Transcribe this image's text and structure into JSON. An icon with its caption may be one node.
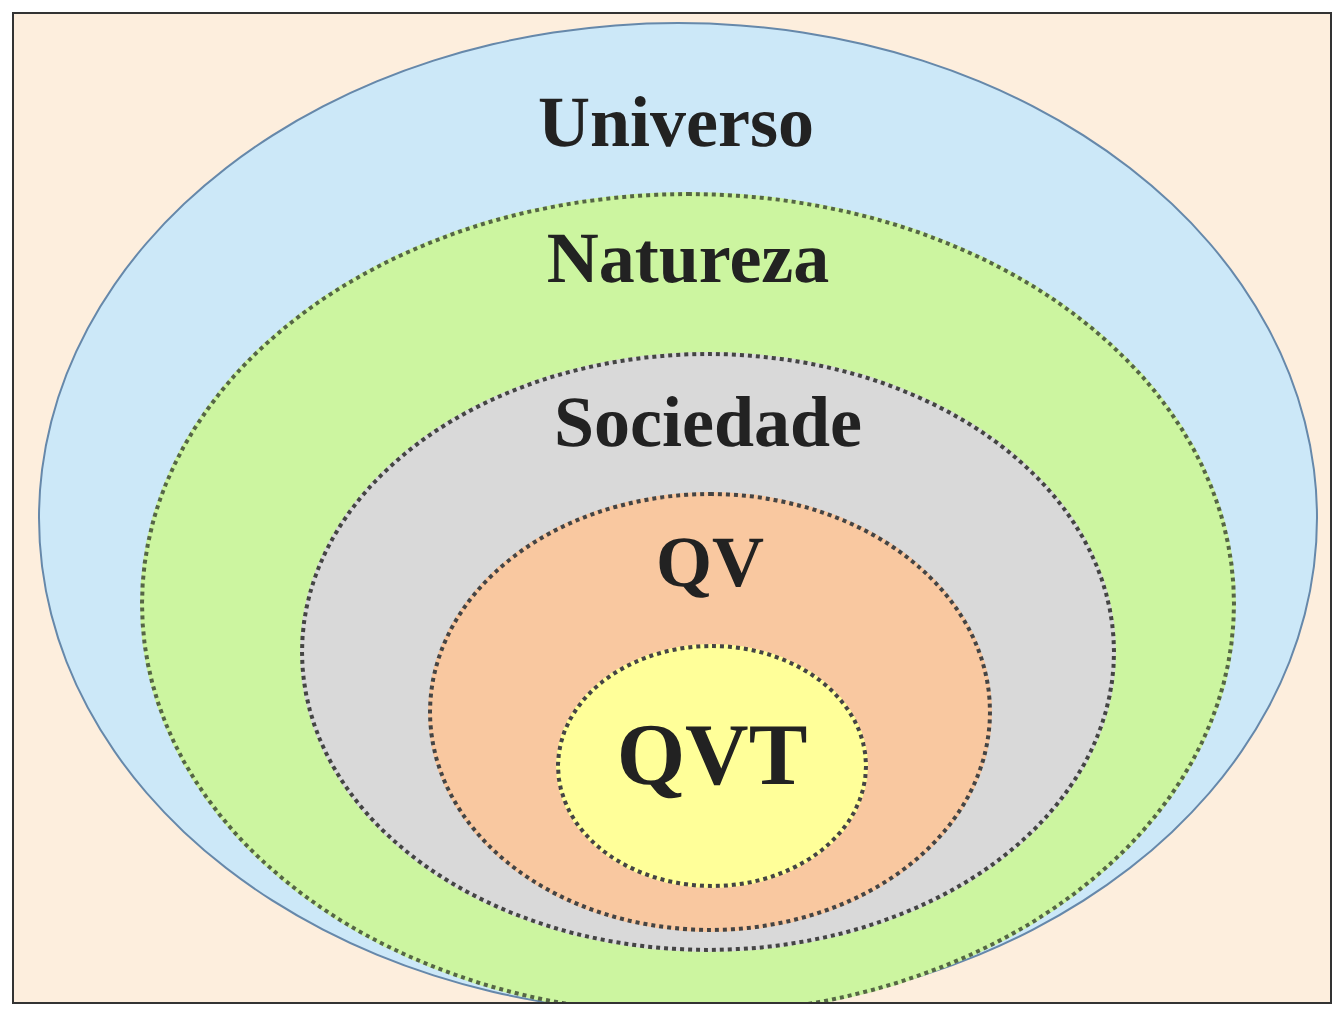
{
  "diagram": {
    "nodes": [
      {
        "text": [
          "Universo"
        ]
      },
      {
        "text": [
          "Natureza"
        ],
        "in": 0
      },
      {
        "text": [
          "Sociedade"
        ],
        "in": 1
      },
      {
        "text": [
          "QV"
        ],
        "in": 2
      },
      {
        "text": [
          "QVT"
        ],
        "in": 3
      }
    ],
    "edges": []
  }
}
